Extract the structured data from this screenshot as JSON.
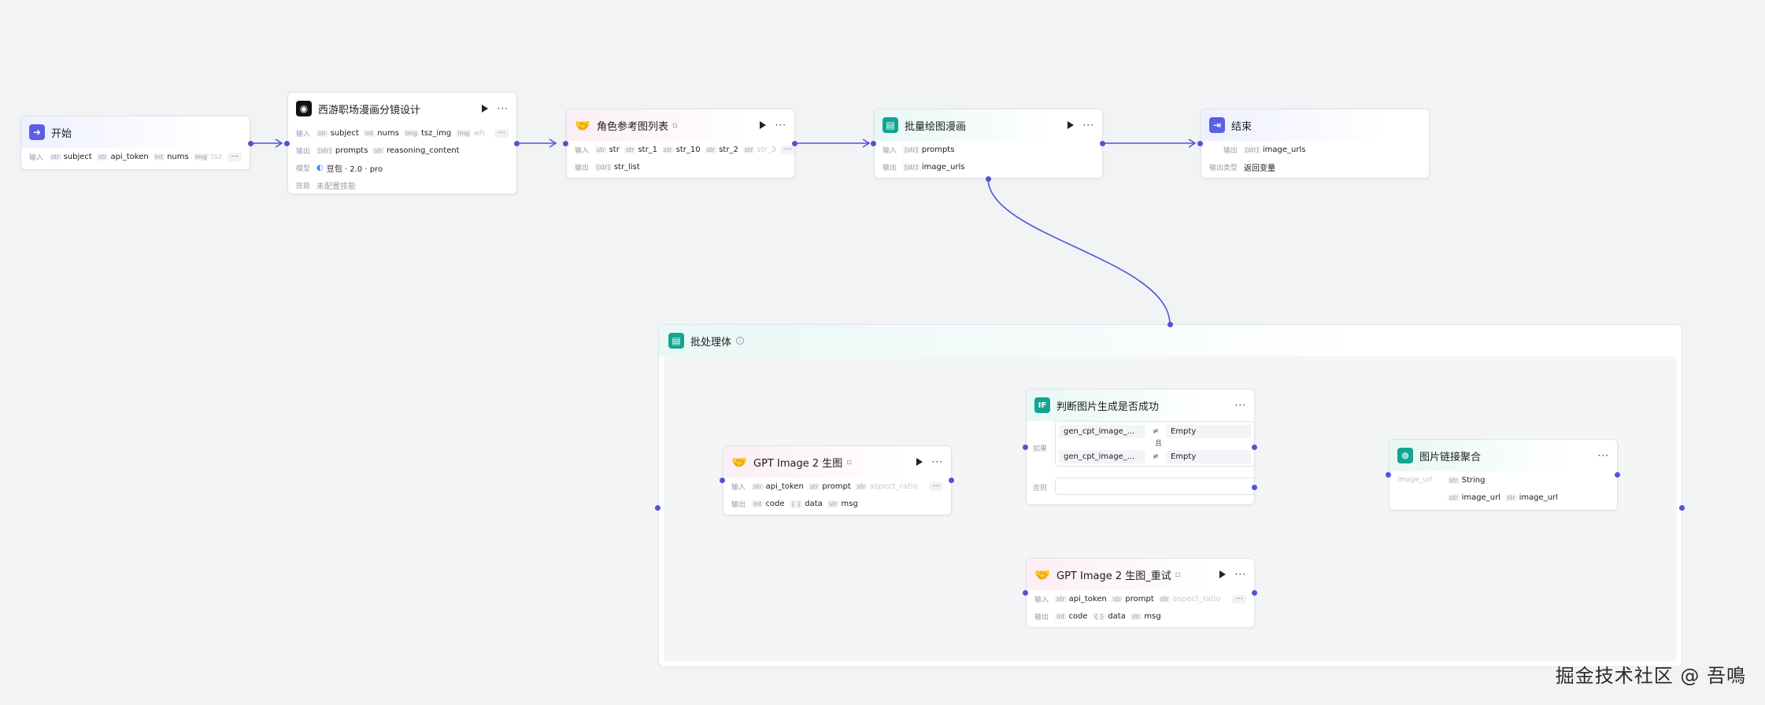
{
  "colors": {
    "accent": "#5b5fe6",
    "teal": "#12a594",
    "edge": "#5054d6"
  },
  "nodes": {
    "start": {
      "title": "开始",
      "icon": "sign-in-icon",
      "input_label": "输入",
      "inputs": [
        {
          "type": "str",
          "name": "subject"
        },
        {
          "type": "str",
          "name": "api_token"
        },
        {
          "type": "int",
          "name": "nums"
        },
        {
          "type": "img",
          "name": "tsz"
        }
      ],
      "more": "···"
    },
    "xiyou": {
      "title": "西游职场漫画分镜设计",
      "icon": "llm-icon",
      "input_label": "输入",
      "inputs": [
        {
          "type": "str",
          "name": "subject"
        },
        {
          "type": "int",
          "name": "nums"
        },
        {
          "type": "img",
          "name": "tsz_img"
        },
        {
          "type": "img",
          "name": "wh"
        }
      ],
      "output_label": "输出",
      "outputs": [
        {
          "type": "[str]",
          "name": "prompts"
        },
        {
          "type": "str",
          "name": "reasoning_content"
        }
      ],
      "model_label": "模型",
      "model": "豆包 · 2.0 · pro",
      "skill_label": "技能",
      "skill": "未配置技能",
      "more": "···"
    },
    "role": {
      "title": "角色参考图列表",
      "icon": "plugin-icon",
      "input_label": "输入",
      "inputs": [
        {
          "type": "str",
          "name": "str"
        },
        {
          "type": "str",
          "name": "str_1"
        },
        {
          "type": "str",
          "name": "str_10"
        },
        {
          "type": "str",
          "name": "str_2"
        },
        {
          "type": "str",
          "name": "str_3"
        }
      ],
      "output_label": "输出",
      "outputs": [
        {
          "type": "[str]",
          "name": "str_list"
        }
      ],
      "more": "···"
    },
    "batch": {
      "title": "批量绘图漫画",
      "icon": "batch-icon",
      "input_label": "输入",
      "inputs": [
        {
          "type": "[str]",
          "name": "prompts"
        }
      ],
      "output_label": "输出",
      "outputs": [
        {
          "type": "[str]",
          "name": "image_urls"
        }
      ]
    },
    "end": {
      "title": "结束",
      "icon": "sign-out-icon",
      "output_label": "输出",
      "outputs": [
        {
          "type": "[str]",
          "name": "image_urls"
        }
      ],
      "output_type_label": "输出类型",
      "output_type": "返回变量"
    },
    "group": {
      "title": "批处理体"
    },
    "gpt1": {
      "title": "GPT Image 2 生图",
      "icon": "plugin-icon",
      "input_label": "输入",
      "inputs": [
        {
          "type": "str",
          "name": "api_token"
        },
        {
          "type": "str",
          "name": "prompt"
        },
        {
          "type": "str",
          "name": "aspect_ratio"
        }
      ],
      "output_label": "输出",
      "outputs": [
        {
          "type": "int",
          "name": "code"
        },
        {
          "type": "{ }",
          "name": "data"
        },
        {
          "type": "str",
          "name": "msg"
        }
      ],
      "more": "···"
    },
    "cond": {
      "title": "判断图片生成是否成功",
      "icon": "if-icon",
      "if_label": "如果",
      "else_label": "否则",
      "rows": [
        {
          "field": "gen_cpt_image_...",
          "op": "≠",
          "value": "Empty"
        },
        {
          "field": "gen_cpt_image_...",
          "op": "≠",
          "value": "Empty"
        }
      ],
      "and": "且"
    },
    "gpt2": {
      "title": "GPT Image 2 生图_重试",
      "icon": "plugin-icon",
      "input_label": "输入",
      "inputs": [
        {
          "type": "str",
          "name": "api_token"
        },
        {
          "type": "str",
          "name": "prompt"
        },
        {
          "type": "str",
          "name": "aspect_ratio"
        }
      ],
      "output_label": "输出",
      "outputs": [
        {
          "type": "int",
          "name": "code"
        },
        {
          "type": "{ }",
          "name": "data"
        },
        {
          "type": "str",
          "name": "msg"
        }
      ],
      "more": "···"
    },
    "agg": {
      "title": "图片链接聚合",
      "icon": "aggregate-icon",
      "var_label": "image_url",
      "var_type": "String",
      "outputs": [
        {
          "type": "str",
          "name": "image_url"
        },
        {
          "type": "str",
          "name": "image_url"
        }
      ]
    }
  },
  "watermark": "掘金技术社区 @ 吾鳴"
}
